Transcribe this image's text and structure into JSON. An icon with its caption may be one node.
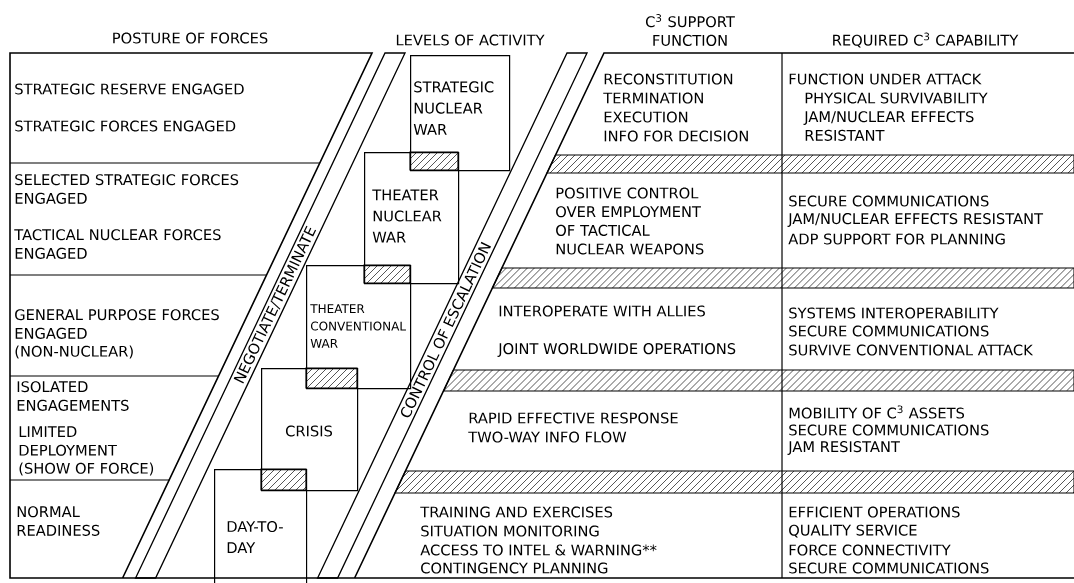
{
  "diagram": {
    "nodes": [
      {
        "text": [
          "STRATEGIC NUCLEAR WAR"
        ]
      },
      {
        "text": [
          "THEATER NUCLEAR WAR"
        ]
      },
      {
        "text": [
          "THEATER CONVENTIONAL WAR"
        ]
      },
      {
        "text": [
          "CRISIS"
        ]
      },
      {
        "text": [
          "DAY-TO-DAY"
        ]
      },
      {
        "text": [
          "NEGOTIATE/TERMINATE"
        ]
      },
      {
        "text": [
          "CONTROL OF ESCALATION"
        ]
      }
    ],
    "labels": [
      "POSTURE OF FORCES",
      "LEVELS OF ACTIVITY",
      "C$^{3}$ SUPPORT FUNCTION",
      "REQUIRED C$^{3}$ CAPABILITY",
      "STRATEGIC RESERVE ENGAGED",
      "STRATEGIC FORCES ENGAGED",
      "RECONSTITUTION",
      "TERMINATION",
      "EXECUTION",
      "INFO FOR DECISION",
      "FUNCTION UNDER ATTACK",
      "PHYSICAL SURVIVABILITY",
      "JAM/NUCLEAR EFFECTS RESISTANT",
      "SELECTED STRATEGIC FORCES ENGAGED",
      "TACTICAL NUCLEAR FORCES ENGAGED",
      "POSITIVE CONTROL OVER EMPLOYMENT OF TACTICAL NUCLEAR WEAPONS",
      "SECURE COMMUNICATIONS",
      "JAM/NUCLEAR EFFECTS RESISTANT",
      "ADP SUPPORT FOR PLANNING",
      "GENERAL PURPOSE FORCES ENGAGED",
      "(NON-NUCLEAR)",
      "INTEROPERATE WITH ALLIES",
      "JOINT WORLDWIDE OPERATIONS",
      "SYSTEMS INTEROPERABILITY",
      "SECURE COMMUNICATIONS",
      "SURVIVE CONVENTIONAL ATTACK",
      "ISOLATED ENGAGEMENTS",
      "LIMITED DEPLOYMENT",
      "(SHOW OF FORCE)",
      "RAPID EFFECTIVE RESPONSE",
      "TWO-WAY INFO FLOW",
      "MOBILITY OF C$^{3}$ ASSETS",
      "SECURE COMMUNICATIONS",
      "JAM RESISTANT",
      "NORMAL READINESS",
      "TRAINING AND EXERCISES",
      "SITUATION MONITORING",
      "ACCESS TO INTEL & WARNING**",
      "CONTINGENCY PLANNING",
      "EFFICIENT OPERATIONS",
      "QUALITY SERVICE",
      "FORCE CONNECTIVITY",
      "SECURE COMMUNICATIONS"
    ]
  }
}
